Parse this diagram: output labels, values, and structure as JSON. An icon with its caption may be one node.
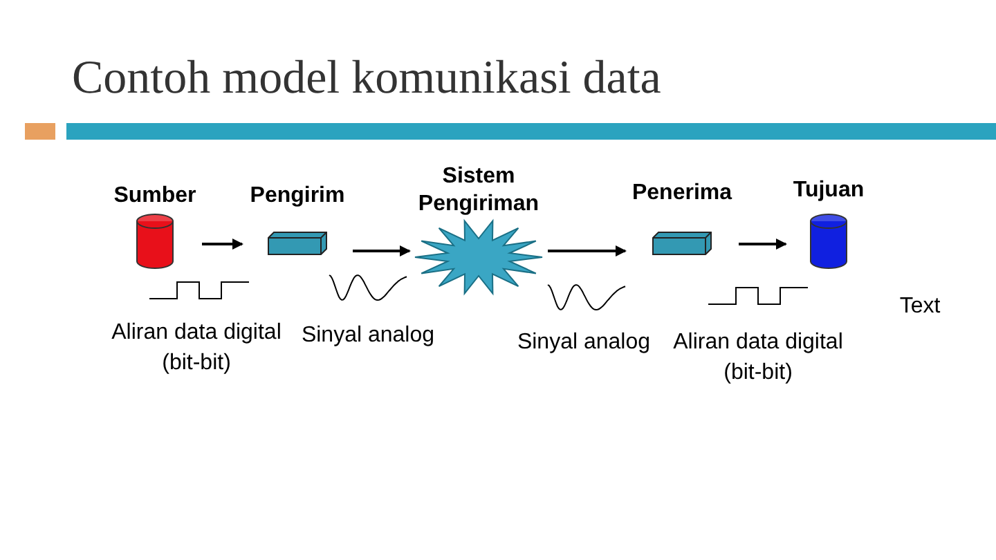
{
  "diagram": {
    "title": "Contoh model komunikasi data",
    "nodes": [
      {
        "text": [
          "Sumber"
        ]
      },
      {
        "text": [
          "Pengirim"
        ]
      },
      {
        "text": [
          "Sistem Pengiriman"
        ]
      },
      {
        "text": [
          "Penerima"
        ]
      },
      {
        "text": [
          "Tujuan"
        ]
      }
    ],
    "edges": [
      {
        "from": 0,
        "to": 1,
        "arrow": "to"
      },
      {
        "from": 1,
        "to": 2,
        "arrow": "to"
      },
      {
        "from": 2,
        "to": 3,
        "arrow": "to"
      },
      {
        "from": 3,
        "to": 4,
        "arrow": "to"
      }
    ],
    "labels": [
      "Aliran data digital (bit-bit)",
      "Sinyal analog",
      "Sinyal analog",
      "Aliran data digital (bit-bit)",
      "Text"
    ]
  }
}
